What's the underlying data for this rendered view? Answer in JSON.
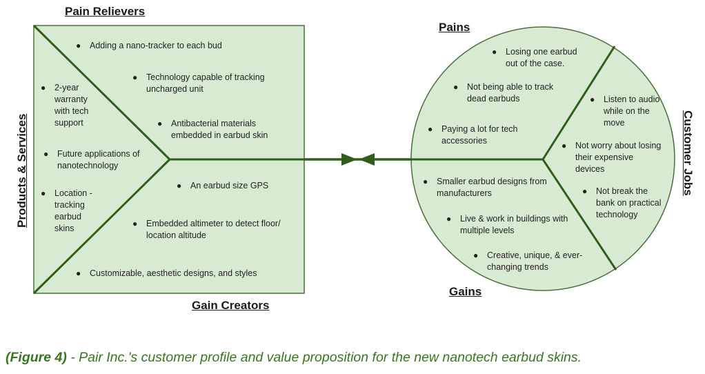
{
  "value_map": {
    "labels": {
      "pain_relievers": "Pain Relievers",
      "gain_creators": "Gain Creators",
      "products_services": "Products & Services"
    },
    "pain_relievers": [
      "Adding a nano-tracker to each bud",
      "Technology capable of tracking uncharged unit",
      "Antibacterial materials embedded in earbud skin"
    ],
    "products_services": [
      "2-year warranty with tech support",
      "Future applications of nanotechnology",
      "Location -tracking earbud skins"
    ],
    "gain_creators": [
      "An earbud size GPS",
      "Embedded altimeter to detect floor/ location altitude",
      "Customizable, aesthetic designs, and styles"
    ]
  },
  "customer_profile": {
    "labels": {
      "pains": "Pains",
      "gains": "Gains",
      "customer_jobs": "Customer Jobs"
    },
    "pains": [
      "Losing one earbud out of the case.",
      "Not being able to track dead earbuds",
      "Paying a lot for tech accessories"
    ],
    "customer_jobs": [
      "Listen to audio while on the move",
      "Not worry about losing their expensive devices",
      "Not break the bank on practical technology"
    ],
    "gains": [
      "Smaller earbud designs from manufacturers",
      "Live & work in buildings with multiple levels",
      "Creative, unique, & ever-changing trends"
    ]
  },
  "connector": {
    "icon": "double-arrow-fit-icon"
  },
  "caption": {
    "figure": "(Figure 4)",
    "text": " - Pair Inc.'s customer profile and value proposition for the new nanotech earbud skins."
  },
  "colors": {
    "fill": "#d9ead3",
    "line": "#2f5e1c",
    "caption": "#38761d",
    "bullet": "•"
  }
}
